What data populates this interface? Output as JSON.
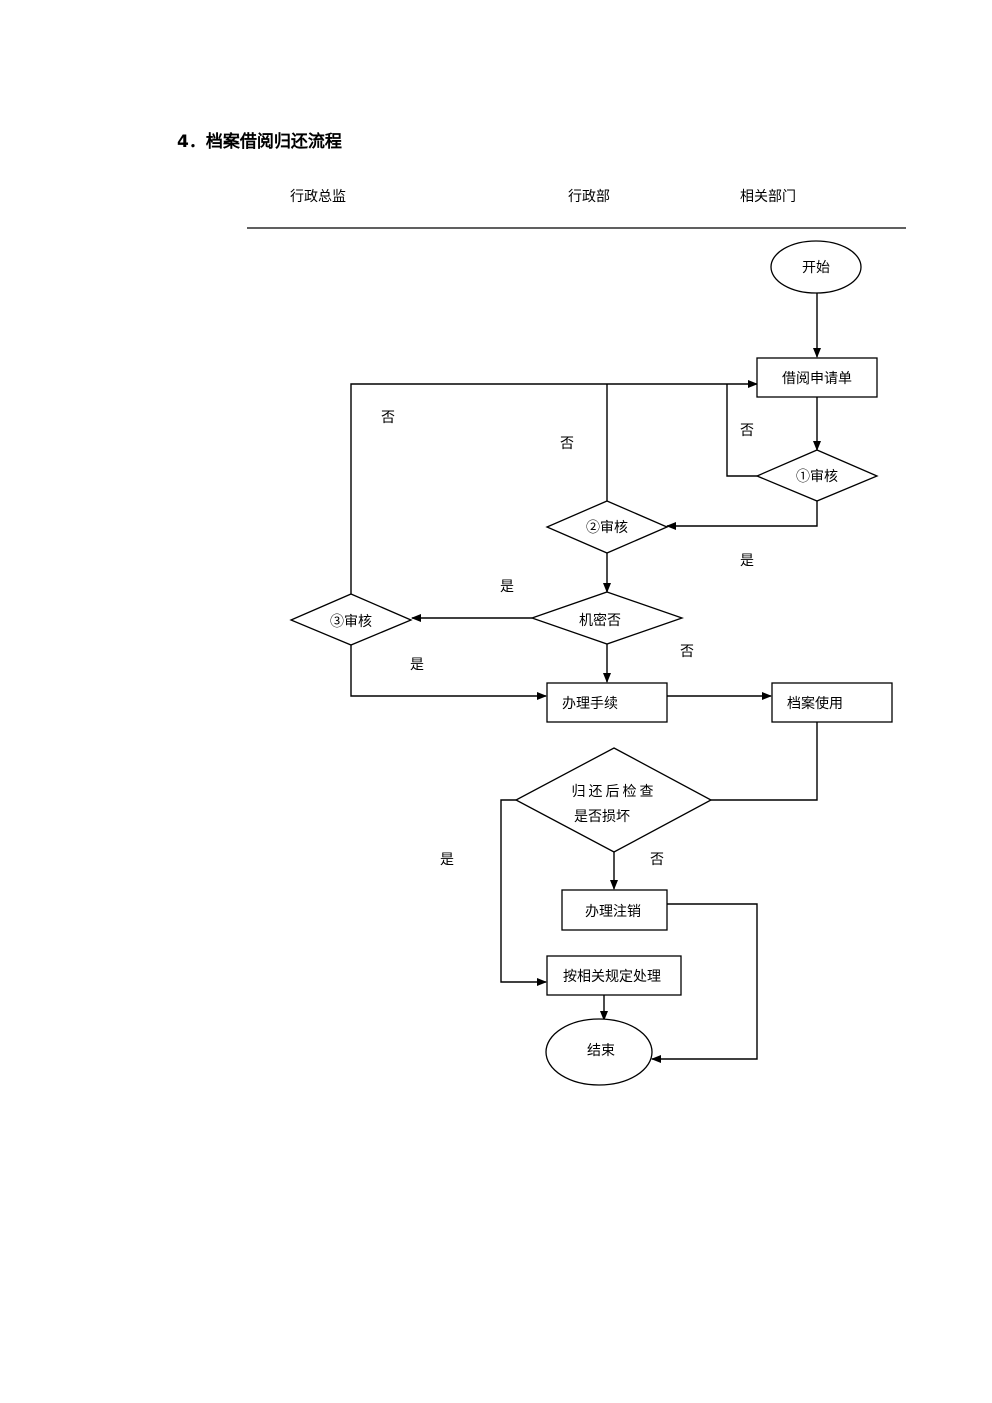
{
  "title": "4．档案借阅归还流程",
  "lanes": [
    "行政总监",
    "行政部",
    "相关部门"
  ],
  "nodes": {
    "start": "开始",
    "apply": "借阅申请单",
    "review1": "①审核",
    "review2": "②审核",
    "confidential": "机密否",
    "review3": "③审核",
    "procedure": "办理手续",
    "use": "档案使用",
    "check_line1": "归还后检查",
    "check_line2": "是否损坏",
    "cancel": "办理注销",
    "handle": "按相关规定处理",
    "end": "结束"
  },
  "edge_labels": {
    "no_review3": "否",
    "no_review2": "否",
    "no_review1": "否",
    "yes_review1": "是",
    "yes_confidential": "是",
    "no_confidential": "否",
    "yes_review3": "是",
    "yes_check": "是",
    "no_check": "否"
  }
}
